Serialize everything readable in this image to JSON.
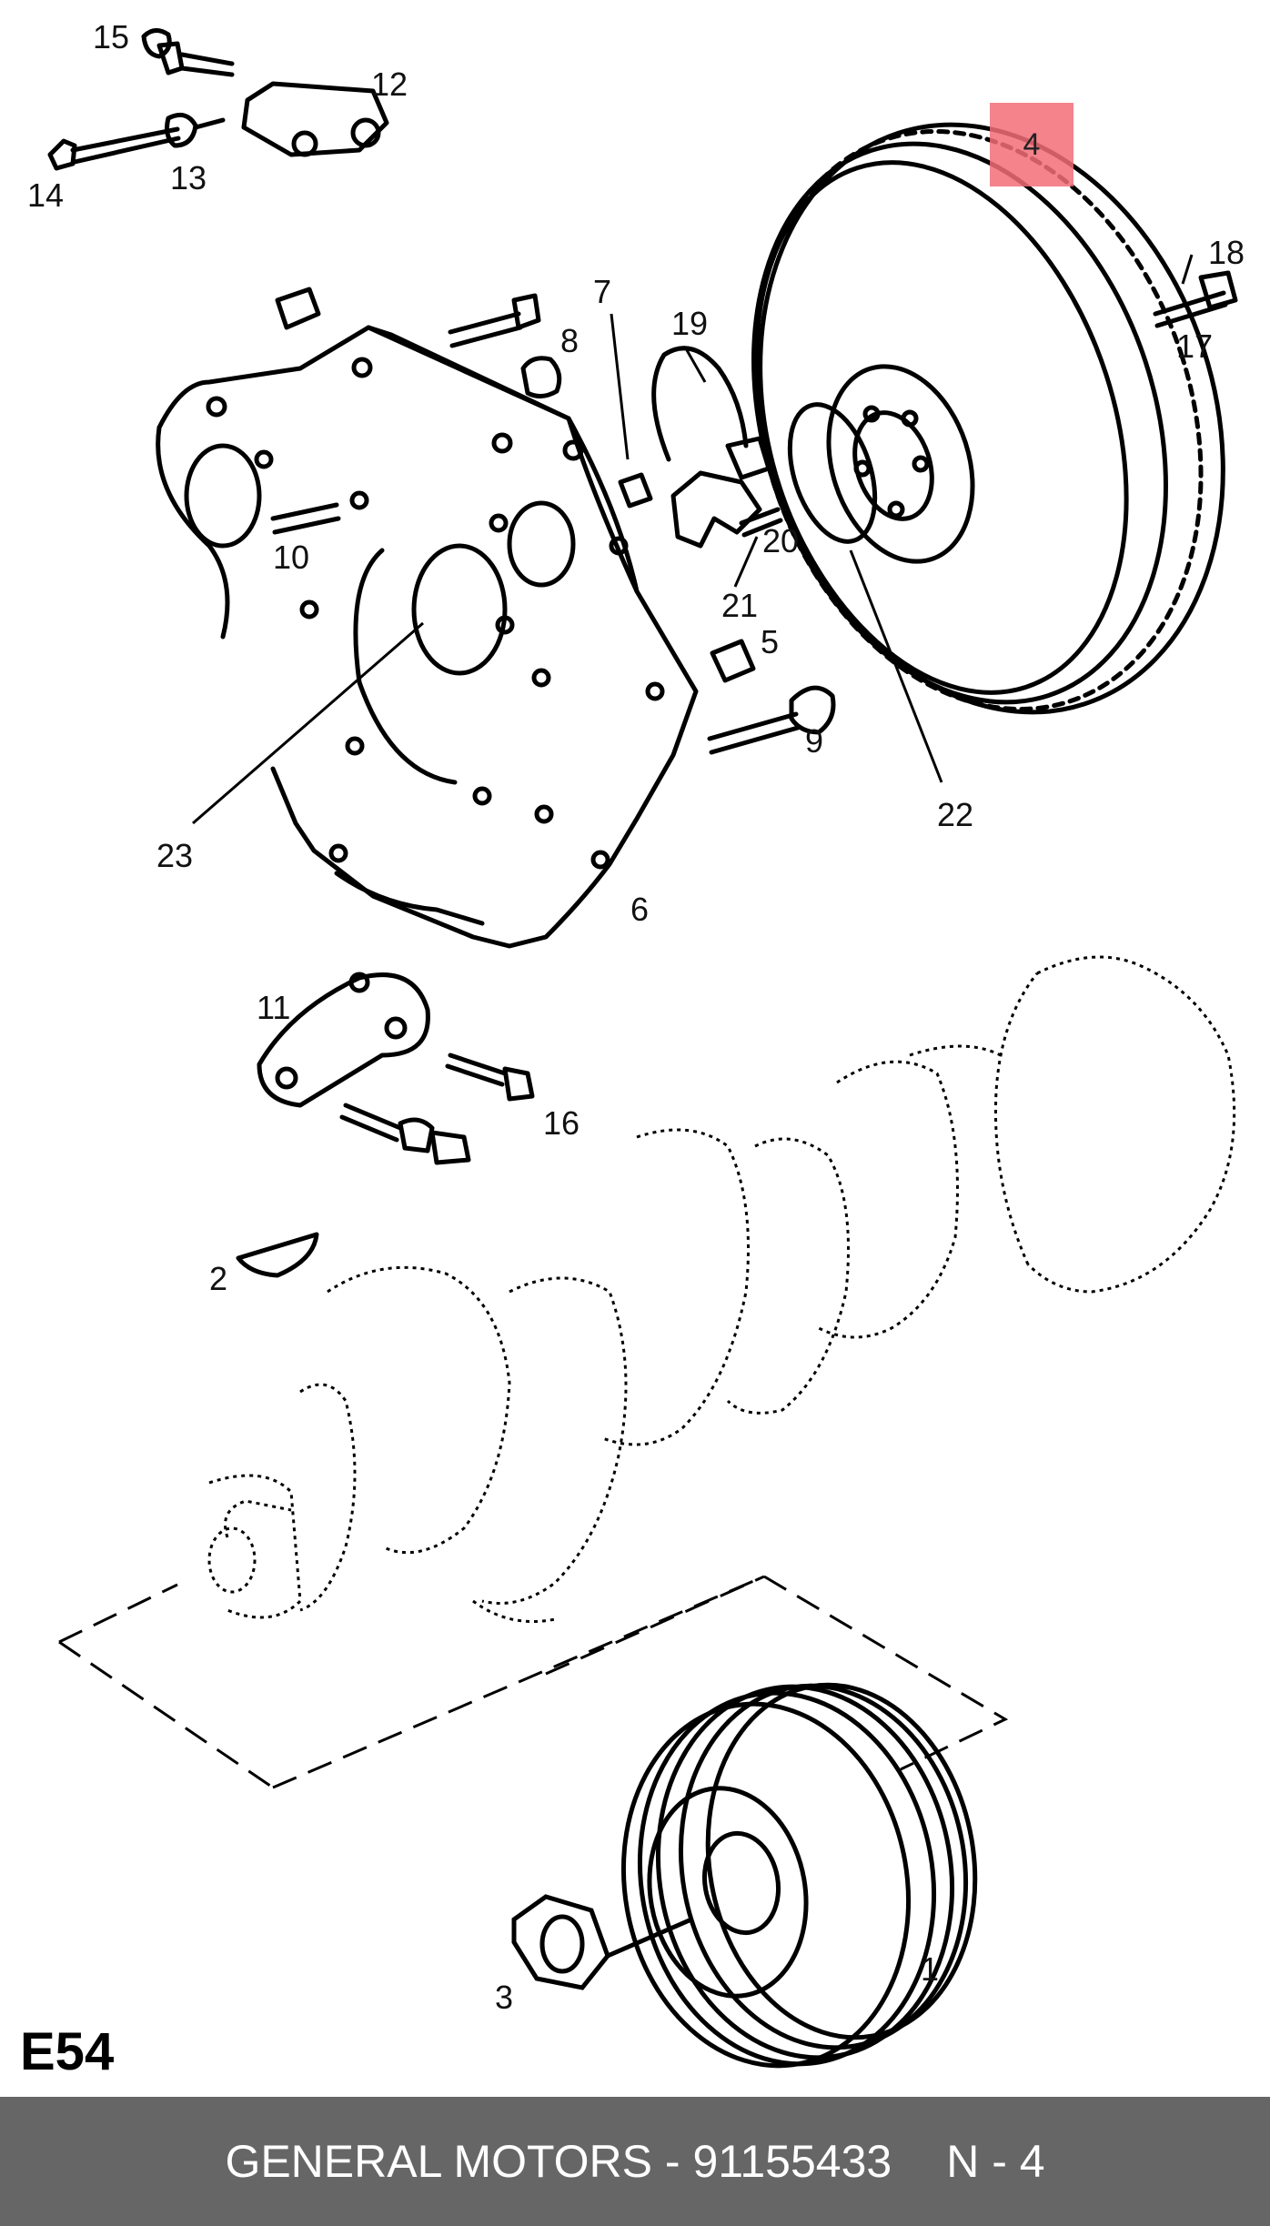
{
  "diagram": {
    "code": "E54",
    "highlighted_part": "4",
    "callouts": [
      "15",
      "12",
      "14",
      "13",
      "4",
      "18",
      "17",
      "7",
      "19",
      "8",
      "10",
      "20",
      "21",
      "5",
      "9",
      "22",
      "23",
      "6",
      "11",
      "16",
      "2",
      "1",
      "3"
    ]
  },
  "footer": {
    "brand": "GENERAL MOTORS",
    "separator": "-",
    "part_number": "91155433",
    "ref": "N - 4"
  }
}
